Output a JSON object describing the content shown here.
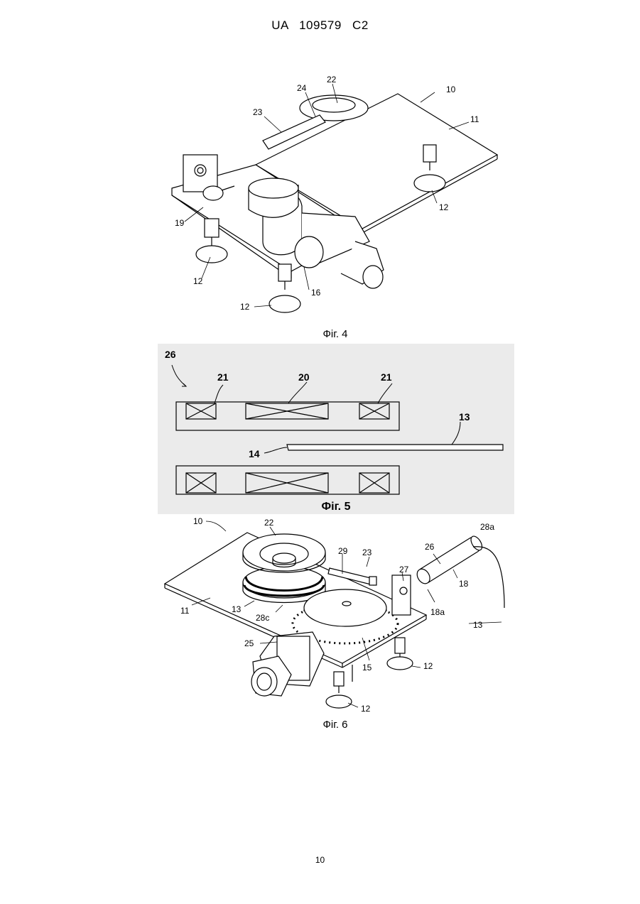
{
  "document": {
    "header": "UA 109579 C2",
    "page_number": "10"
  },
  "figures": [
    {
      "caption": "Фіг. 4",
      "labels": [
        "22",
        "24",
        "10",
        "23",
        "11",
        "19",
        "12",
        "12",
        "16",
        "12"
      ]
    },
    {
      "caption": "Фіг. 5",
      "labels": [
        "26",
        "21",
        "20",
        "21",
        "13",
        "14"
      ]
    },
    {
      "caption": "Фіг. 6",
      "labels": [
        "10",
        "22",
        "28a",
        "29",
        "23",
        "26",
        "27",
        "18",
        "11",
        "13",
        "28c",
        "18a",
        "13",
        "25",
        "15",
        "12",
        "12"
      ]
    }
  ],
  "colors": {
    "ink": "#000000",
    "fig5_background": "#ebebeb"
  }
}
